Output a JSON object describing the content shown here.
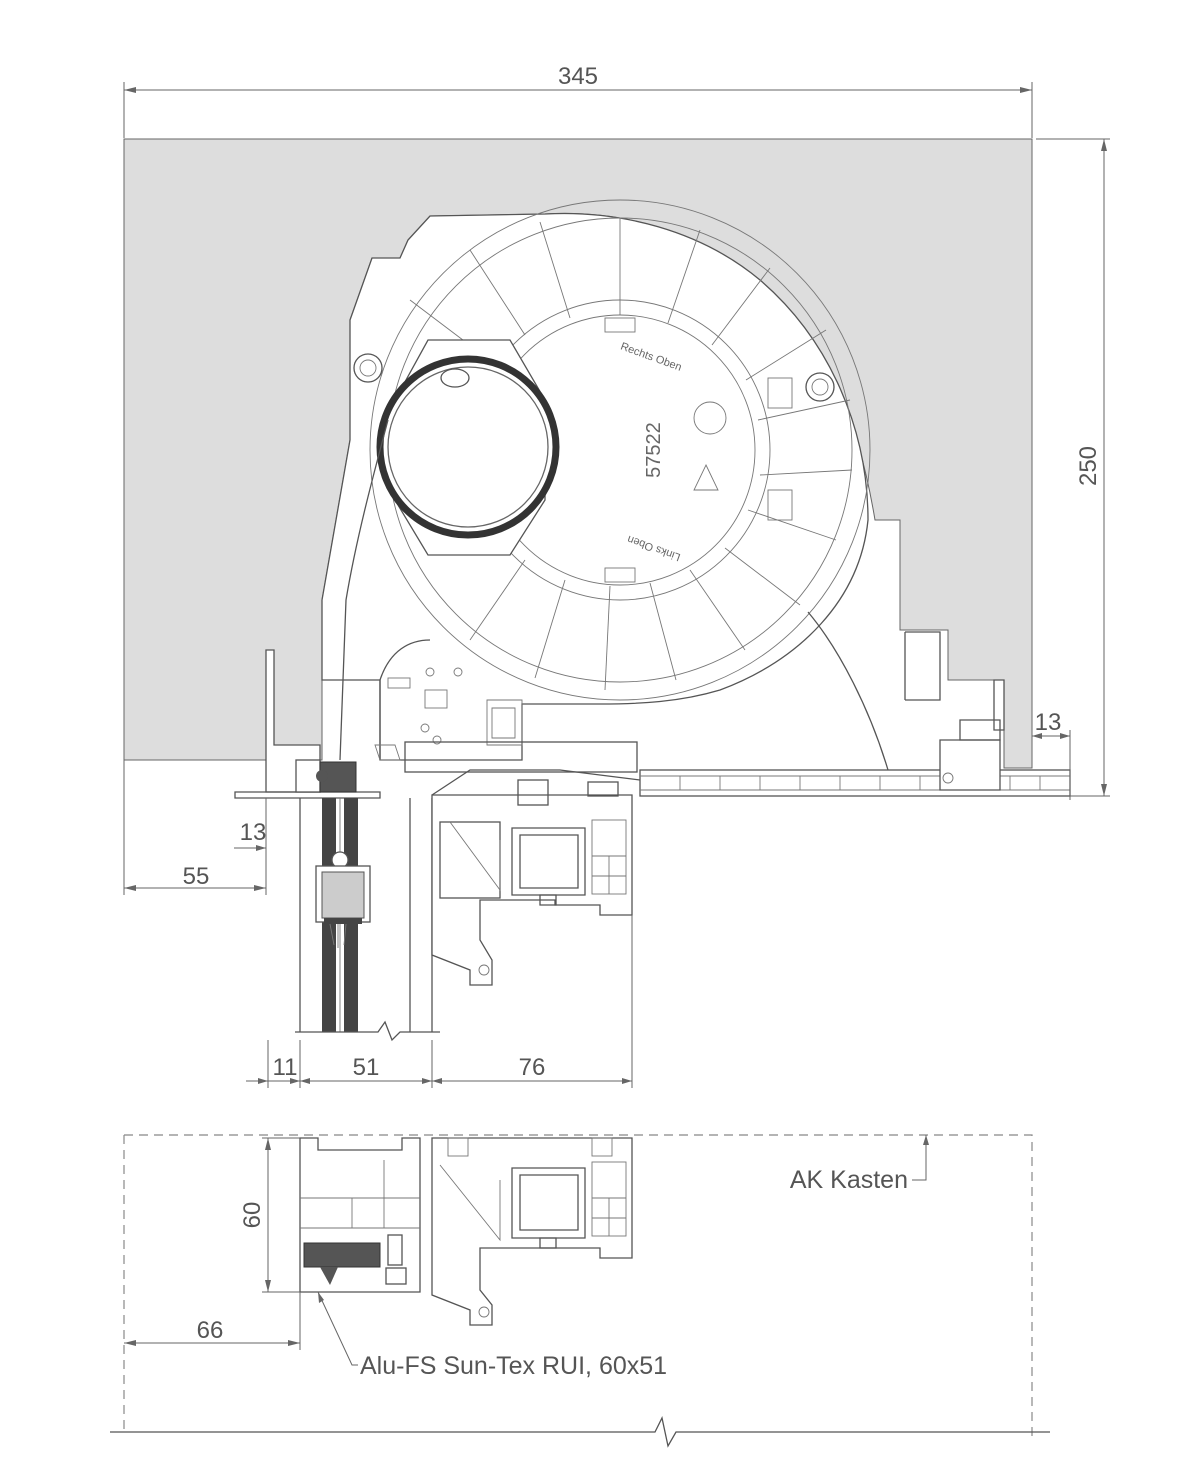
{
  "dimensions": {
    "overall_width": "345",
    "overall_height": "250",
    "right_offset": "13",
    "left_offset": "13",
    "left_depth": "55",
    "dim_11": "11",
    "dim_51": "51",
    "dim_76": "76",
    "dim_60": "60",
    "dim_66": "66"
  },
  "housing": {
    "label_top": "Rechts Oben",
    "label_bottom": "Links Oben",
    "part_number": "57522"
  },
  "labels": {
    "box_type": "AK Kasten",
    "guide_rail": "Alu-FS Sun-Tex RUI, 60x51"
  },
  "colors": {
    "box_fill": "#dddddd",
    "line": "#555555",
    "glass": "#444444"
  }
}
